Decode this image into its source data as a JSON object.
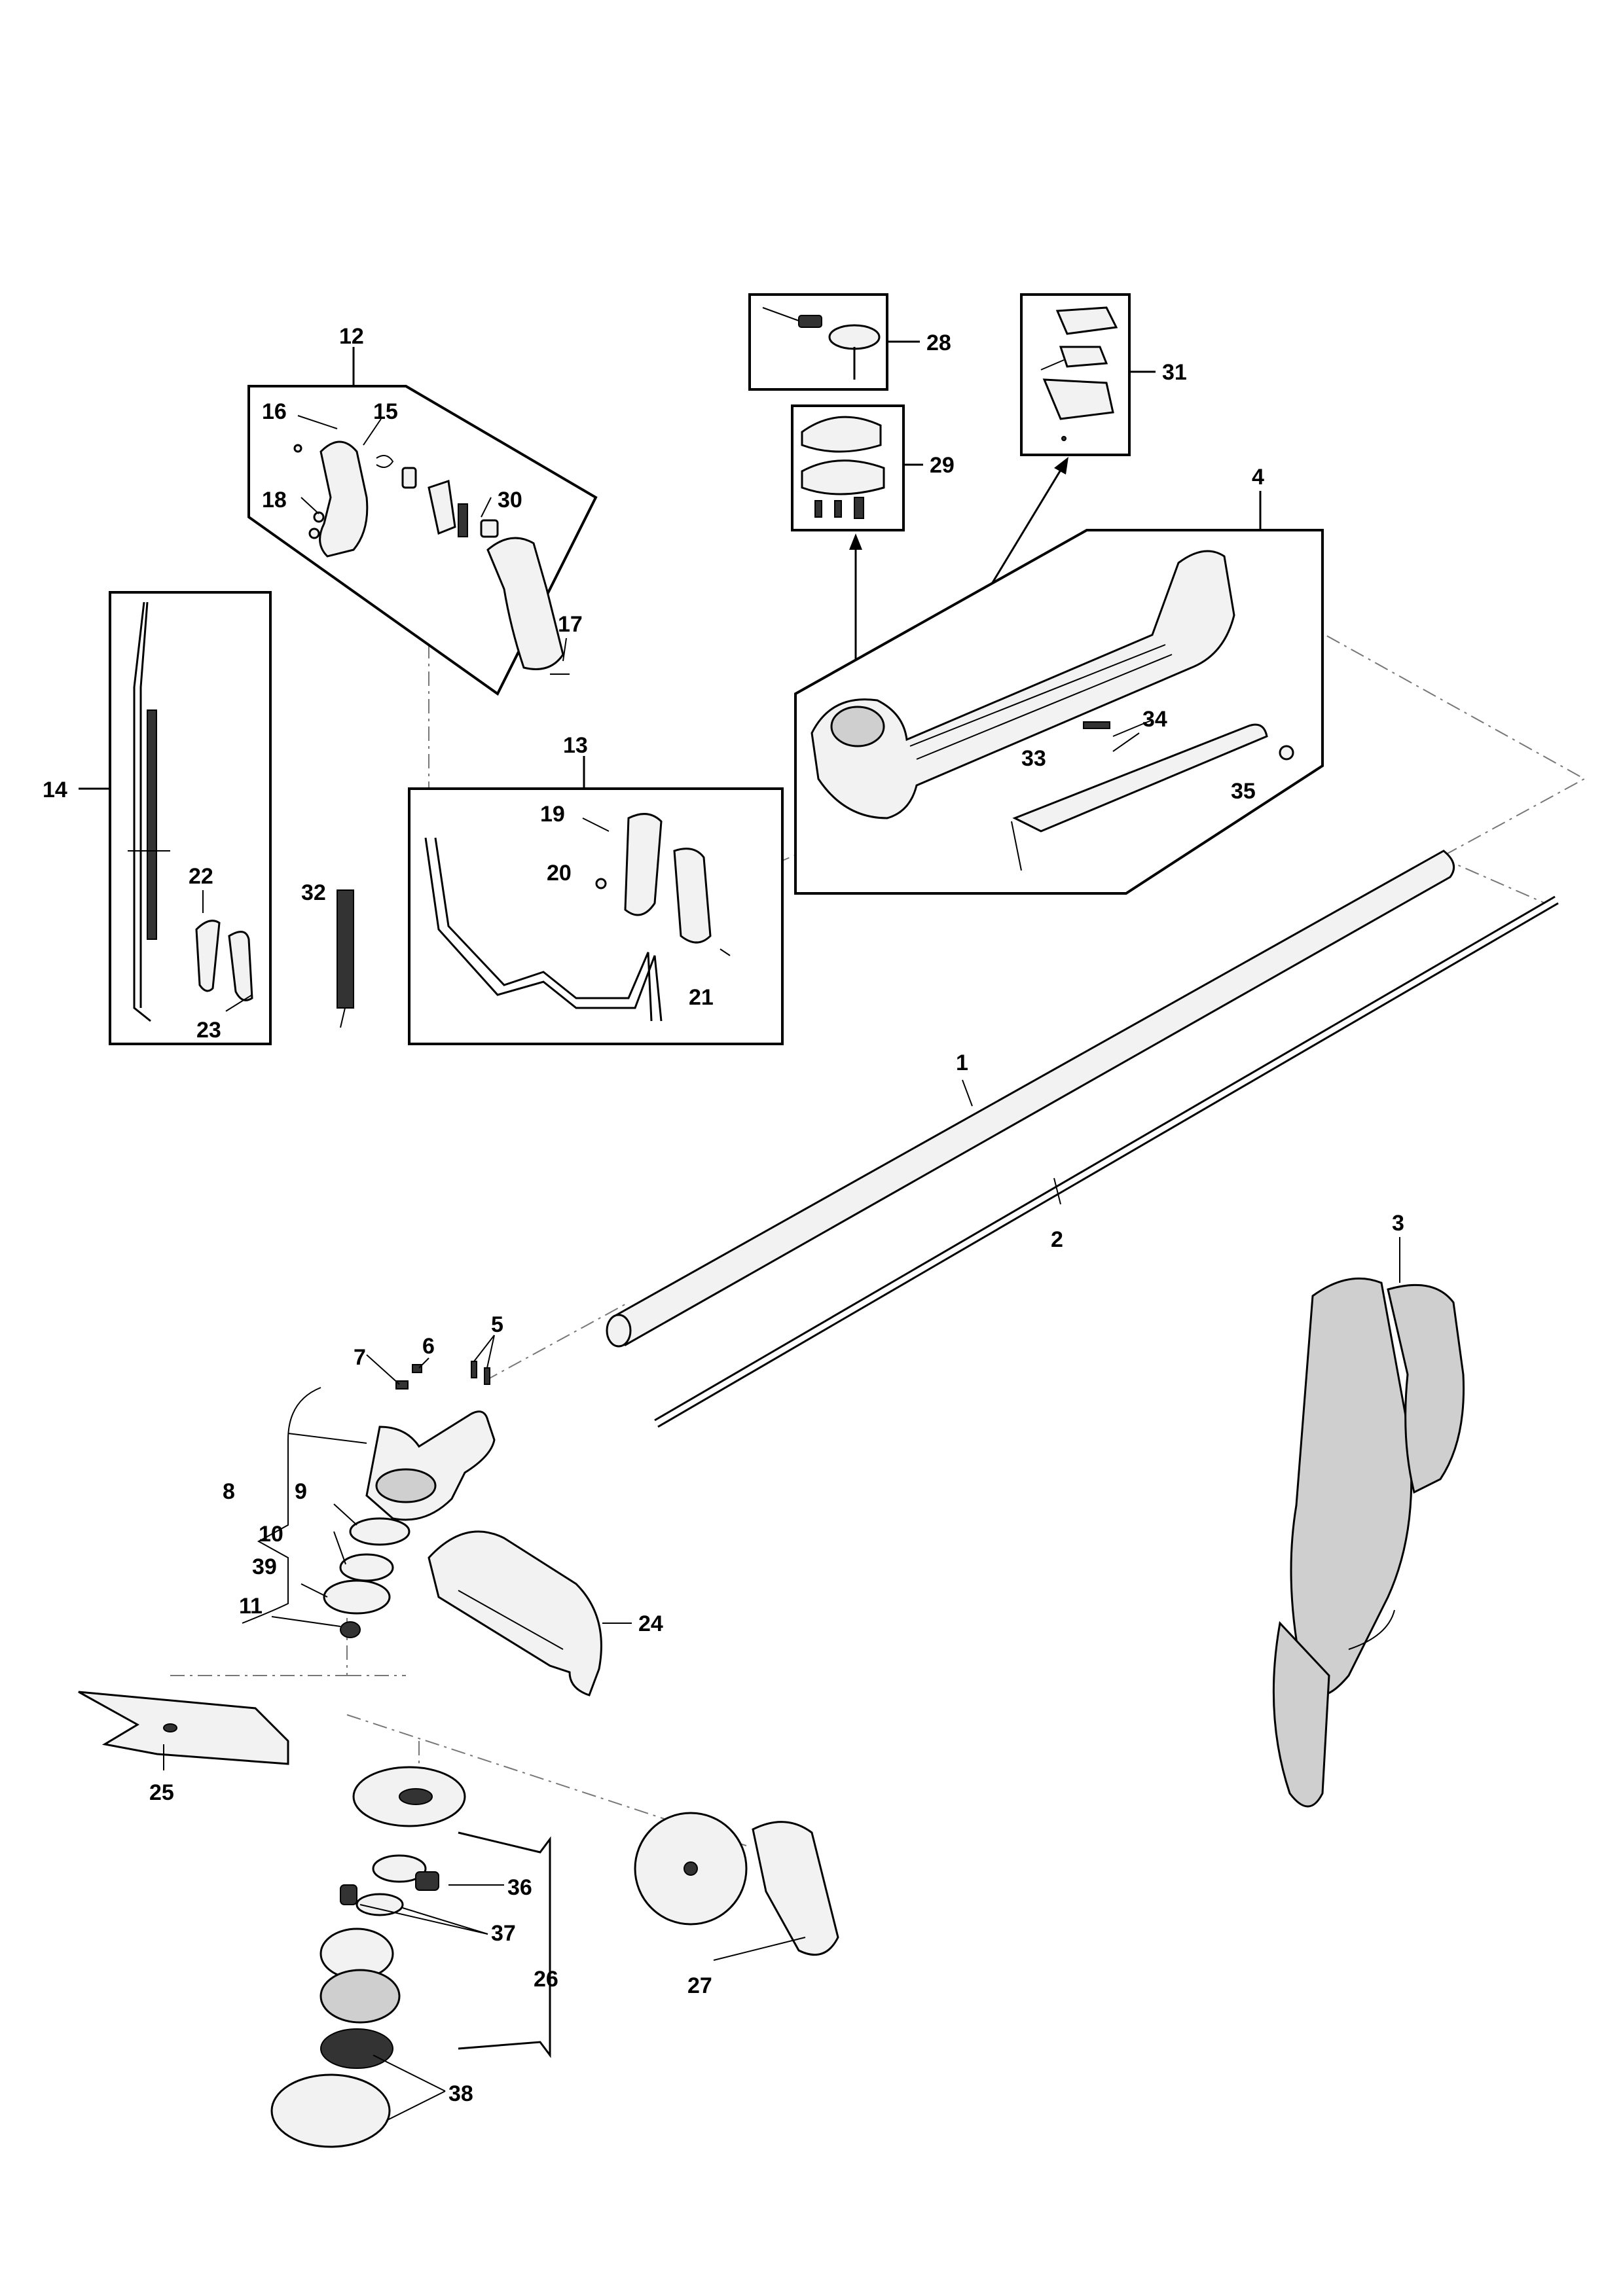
{
  "callouts": [
    {
      "id": "c1",
      "text": "1"
    },
    {
      "id": "c2",
      "text": "2"
    },
    {
      "id": "c3",
      "text": "3"
    },
    {
      "id": "c4",
      "text": "4"
    },
    {
      "id": "c5",
      "text": "5"
    },
    {
      "id": "c6",
      "text": "6"
    },
    {
      "id": "c7",
      "text": "7"
    },
    {
      "id": "c8",
      "text": "8"
    },
    {
      "id": "c9",
      "text": "9"
    },
    {
      "id": "c10",
      "text": "10"
    },
    {
      "id": "c11",
      "text": "11"
    },
    {
      "id": "c12",
      "text": "12"
    },
    {
      "id": "c13",
      "text": "13"
    },
    {
      "id": "c14",
      "text": "14"
    },
    {
      "id": "c15",
      "text": "15"
    },
    {
      "id": "c16",
      "text": "16"
    },
    {
      "id": "c17",
      "text": "17"
    },
    {
      "id": "c18",
      "text": "18"
    },
    {
      "id": "c19",
      "text": "19"
    },
    {
      "id": "c20",
      "text": "20"
    },
    {
      "id": "c21",
      "text": "21"
    },
    {
      "id": "c22",
      "text": "22"
    },
    {
      "id": "c23",
      "text": "23"
    },
    {
      "id": "c24",
      "text": "24"
    },
    {
      "id": "c25",
      "text": "25"
    },
    {
      "id": "c26",
      "text": "26"
    },
    {
      "id": "c27",
      "text": "27"
    },
    {
      "id": "c28",
      "text": "28"
    },
    {
      "id": "c29",
      "text": "29"
    },
    {
      "id": "c30",
      "text": "30"
    },
    {
      "id": "c31",
      "text": "31"
    },
    {
      "id": "c32",
      "text": "32"
    },
    {
      "id": "c33",
      "text": "33"
    },
    {
      "id": "c34",
      "text": "34"
    },
    {
      "id": "c35",
      "text": "35"
    },
    {
      "id": "c36",
      "text": "36"
    },
    {
      "id": "c37",
      "text": "37"
    },
    {
      "id": "c38",
      "text": "38"
    },
    {
      "id": "c39",
      "text": "39"
    }
  ],
  "blade_text": "~~~~~"
}
